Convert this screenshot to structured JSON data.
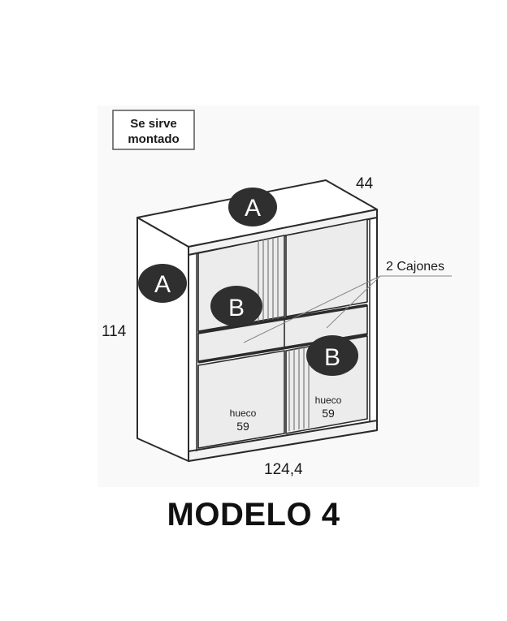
{
  "badge": {
    "line1": "Se sirve",
    "line2": "montado"
  },
  "dimensions": {
    "depth": "44",
    "height": "114",
    "width": "124,4"
  },
  "callouts": {
    "drawers": "2 Cajones"
  },
  "markers": {
    "a_top": "A",
    "a_side": "A",
    "b_left": "B",
    "b_right": "B"
  },
  "compartments": {
    "left": {
      "label": "hueco",
      "value": "59"
    },
    "right": {
      "label": "hueco",
      "value": "59"
    }
  },
  "title": "MODELO 4",
  "colors": {
    "line": "#2b2b2b",
    "panel": "#ececec",
    "marker_fill": "#2f2f2f",
    "marker_text": "#ffffff"
  }
}
